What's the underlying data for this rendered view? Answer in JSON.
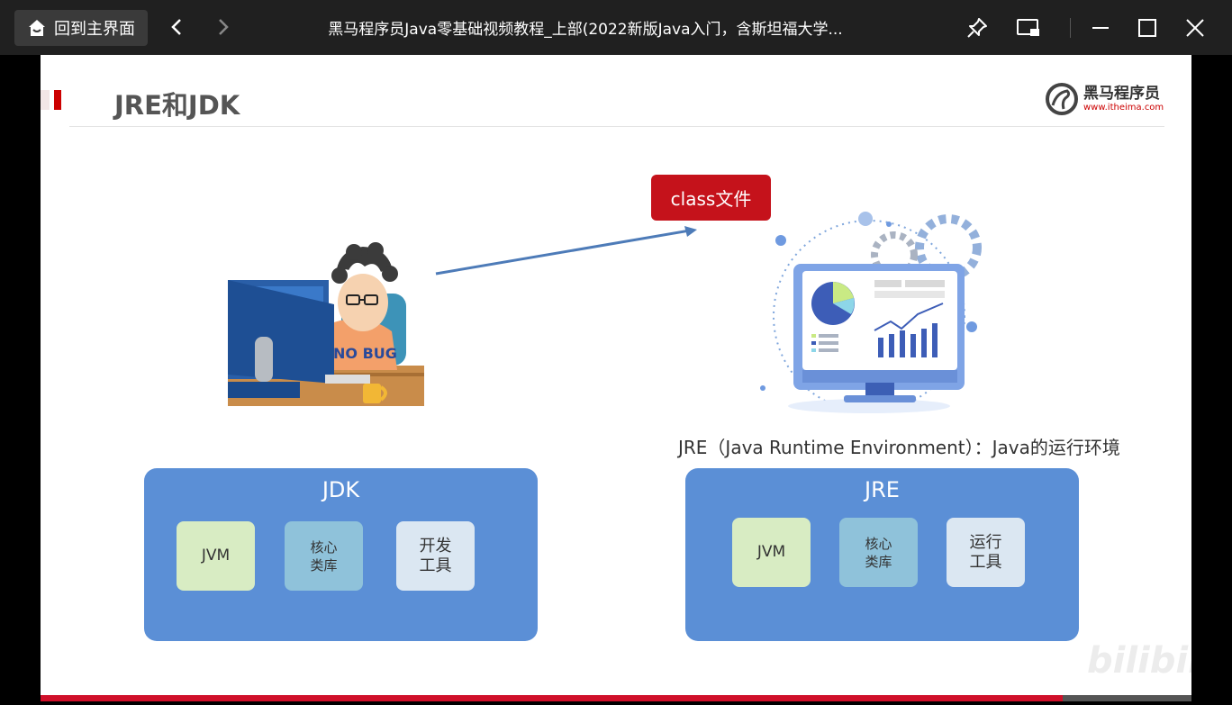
{
  "window": {
    "home_label": "回到主界面",
    "title": "黑马程序员Java零基础视频教程_上部(2022新版Java入门，含斯坦福大学..."
  },
  "slide": {
    "heading": "JRE和JDK",
    "logo": {
      "name": "黑马程序员",
      "url": "www.itheima.com"
    },
    "class_file_label": "class文件",
    "jre_caption": "JRE（Java Runtime Environment）：Java的运行环境",
    "jdk_panel": {
      "title": "JDK",
      "items": [
        {
          "line1": "JVM",
          "line2": ""
        },
        {
          "line1": "核心",
          "line2": "类库"
        },
        {
          "line1": "开发",
          "line2": "工具"
        }
      ]
    },
    "jre_panel": {
      "title": "JRE",
      "items": [
        {
          "line1": "JVM",
          "line2": ""
        },
        {
          "line1": "核心",
          "line2": "类库"
        },
        {
          "line1": "运行",
          "line2": "工具"
        }
      ]
    },
    "watermark": "bilibili"
  },
  "playback": {
    "progress_fraction": 0.888
  },
  "colors": {
    "accent": "#c5121b",
    "panel": "#5b8fd6",
    "titlebar": "#202020"
  }
}
